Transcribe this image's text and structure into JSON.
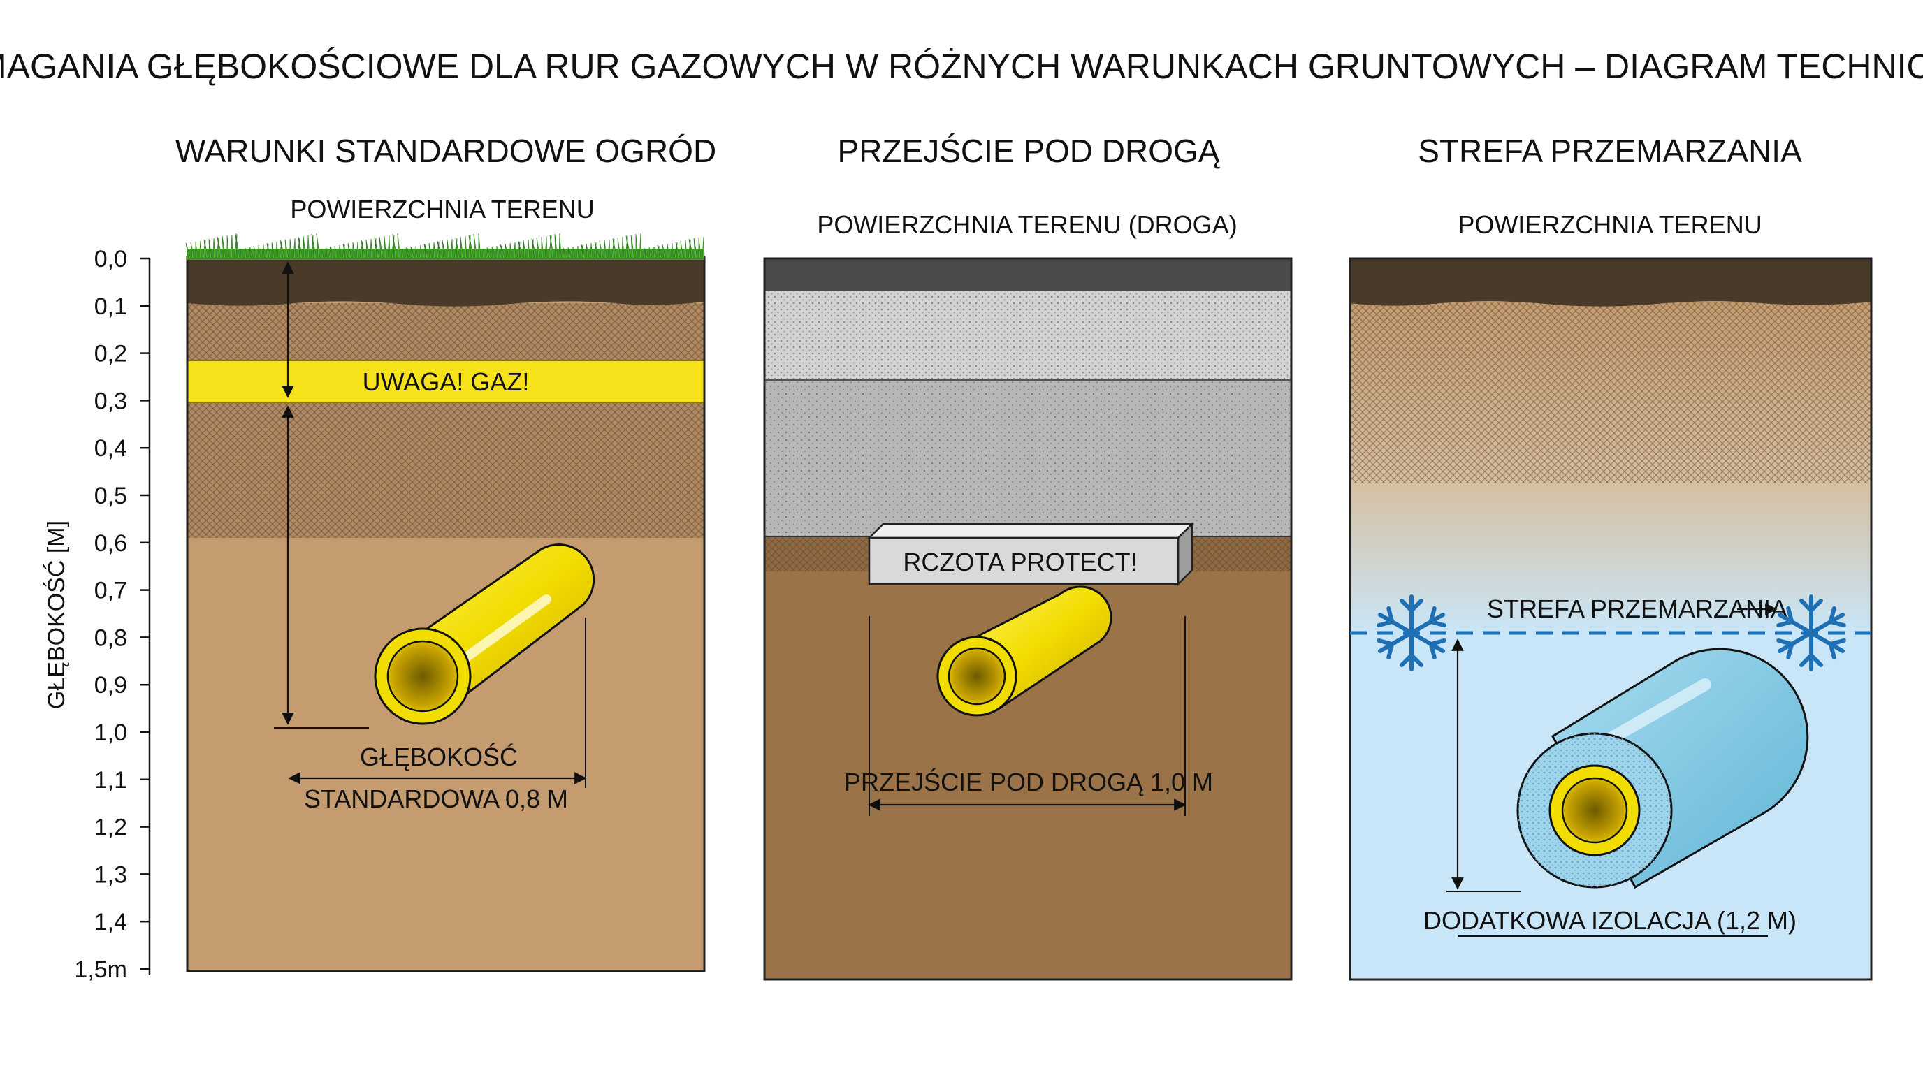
{
  "title": "WYMAGANIA GŁĘBOKOŚCIOWE DLA RUR GAZOWYCH W RÓŻNYCH WARUNKACH GRUNTOWYCH – DIAGRAM TECHNICZNY",
  "axis": {
    "label": "GŁĘBOKOŚĆ [M]",
    "ticks": [
      "0,0",
      "0,1",
      "0,2",
      "0,3",
      "0,4",
      "0,5",
      "0,6",
      "0,7",
      "0,8",
      "0,9",
      "1,0",
      "1,1",
      "1,2",
      "1,3",
      "1,4",
      "1,5m"
    ]
  },
  "panels": {
    "garden": {
      "title": "WARUNKI STANDARDOWE OGRÓD",
      "surface": "POWIERZCHNIA TERENU",
      "warning_tape": "UWAGA! GAZ!",
      "dimension_line1": "GŁĘBOKOŚĆ",
      "dimension_line2": "STANDARDOWA 0,8 M"
    },
    "road": {
      "title": "PRZEJŚCIE POD DROGĄ",
      "surface": "POWIERZCHNIA TERENU (DROGA)",
      "protection_slab": "RCZOTA PROTECT!",
      "dimension": "PRZEJŚCIE POD DROGĄ 1,0 M"
    },
    "frost": {
      "title": "STREFA PRZEMARZANIA",
      "surface": "POWIERZCHNIA TERENU",
      "frost_line": "STREFA PRZEMARZANIA",
      "dimension": "DODATKOWA IZOLACJA (1,2 M)"
    }
  },
  "colors": {
    "pipe_yellow": "#f2dd00",
    "warning_tape": "#f5e21a",
    "frost_blue": "#c9e6f8",
    "frost_line": "#1f6fb5",
    "topsoil": "#4a3a2a",
    "clay": "#b08a62",
    "subsoil": "#c49c70",
    "asphalt": "#4b4b4b",
    "gravel": "#c4c4c4"
  }
}
